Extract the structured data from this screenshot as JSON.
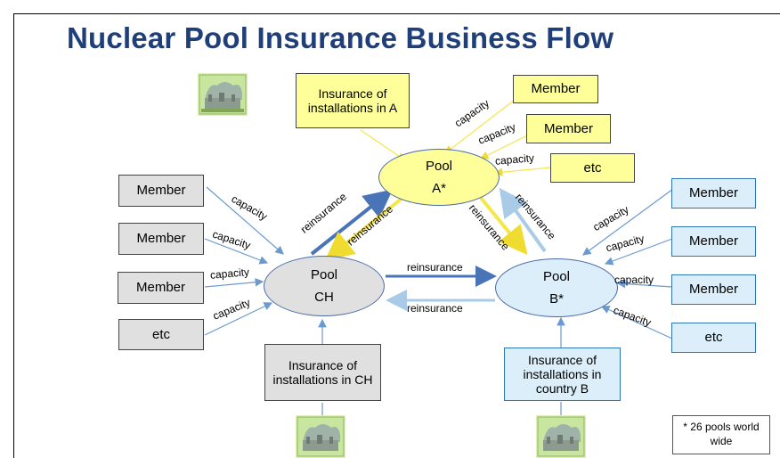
{
  "title": "Nuclear Pool Insurance Business Flow",
  "pools": {
    "a": {
      "name": "Pool",
      "code": "A*"
    },
    "ch": {
      "name": "Pool",
      "code": "CH"
    },
    "b": {
      "name": "Pool",
      "code": "B*"
    }
  },
  "pool_a_side": {
    "insurance": "Insurance of installations in A",
    "members": [
      "Member",
      "Member",
      "etc"
    ]
  },
  "pool_ch_side": {
    "insurance": "Insurance of installations in CH",
    "members": [
      "Member",
      "Member",
      "Member",
      "etc"
    ]
  },
  "pool_b_side": {
    "insurance": "Insurance of installations in country B",
    "members": [
      "Member",
      "Member",
      "Member",
      "etc"
    ]
  },
  "labels": {
    "capacity": "capacity",
    "reinsurance": "reinsurance"
  },
  "footnote": "* 26 pools world wide",
  "icons": {
    "plant": "nuclear-plant-icon"
  },
  "colors": {
    "title": "#1f3f7a",
    "yellow_fill": "#ffff99",
    "gray_fill": "#e0e0e0",
    "blue_fill": "#dbeef9",
    "arrow_dark": "#4a74b8",
    "arrow_light": "#a9cbe8",
    "arrow_yellow": "#f5e64a"
  }
}
